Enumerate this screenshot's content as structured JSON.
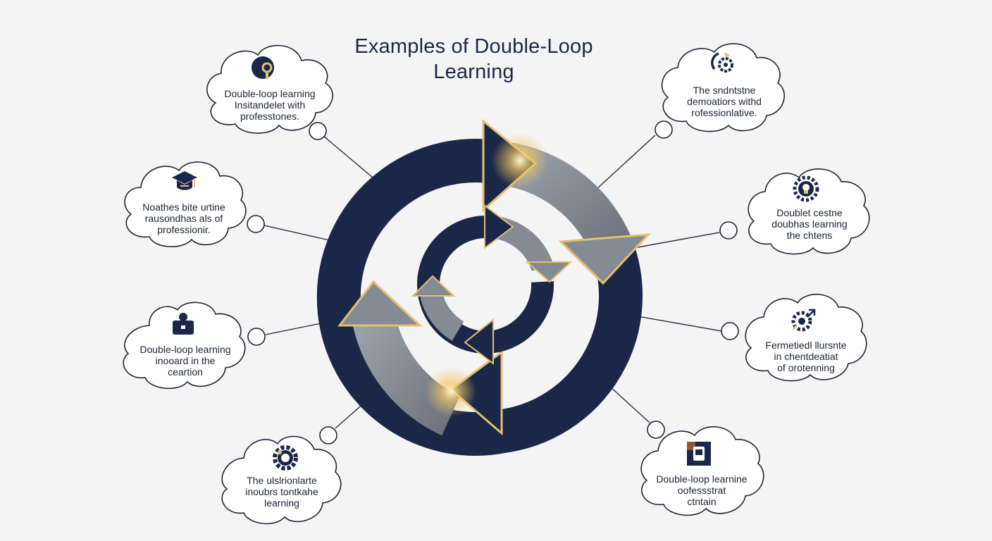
{
  "title": {
    "line1": "Examples of Double-Loop",
    "line2": "Learning"
  },
  "colors": {
    "navy": "#1b2748",
    "gray": "#858b95",
    "gold": "#e2c070",
    "line": "#2a2f3d",
    "background": "#f4f4f5"
  },
  "clouds": [
    {
      "icon": "key-icon",
      "lines": [
        "Double-loop learning",
        "Insitandelet with",
        "professtones."
      ]
    },
    {
      "icon": "graduation-cap-icon",
      "lines": [
        "Noathes bite urtine",
        "rausondhas als of",
        "professionir."
      ]
    },
    {
      "icon": "briefcase-icon",
      "lines": [
        "Double-loop learning",
        "inooard in the",
        "ceartion"
      ]
    },
    {
      "icon": "gear-icon",
      "lines": [
        "The ulslrionlarte",
        "inoubrs tontkahe",
        "learning"
      ]
    },
    {
      "icon": "gear-cycle-icon",
      "lines": [
        "The sndntstne",
        "demoatiors withd",
        "rofessionlative."
      ]
    },
    {
      "icon": "lightbulb-gear-icon",
      "lines": [
        "Doublet cestne",
        "doubhas learning",
        "the chtens"
      ]
    },
    {
      "icon": "gear-arrows-icon",
      "lines": [
        "Fermetiedl llursnte",
        "in chentdeatiat",
        "of orotenning"
      ]
    },
    {
      "icon": "document-hand-icon",
      "lines": [
        "Double-loop learnine",
        "oofessstrat",
        "ctntain"
      ]
    }
  ]
}
